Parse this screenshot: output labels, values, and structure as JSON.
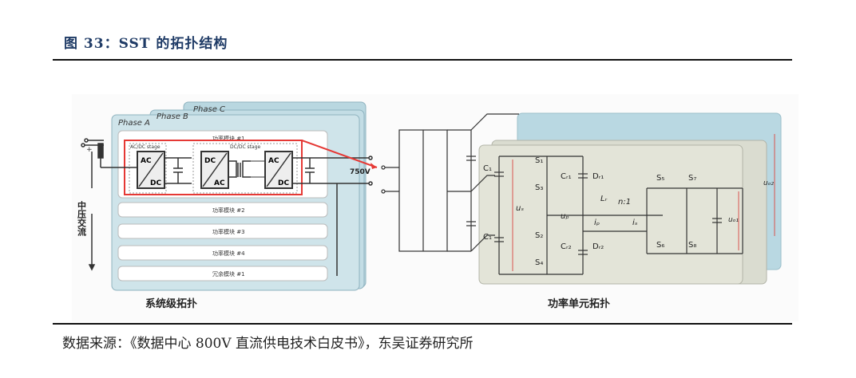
{
  "figure": {
    "title": "图 33：SST 的拓扑结构",
    "source": "数据来源：《数据中心 800V 直流供电技术白皮书》，东吴证券研究所"
  },
  "left_diagram": {
    "caption": "系统级拓扑",
    "phases": [
      "Phase A",
      "Phase B",
      "Phase C"
    ],
    "input_label": "中压交流",
    "output_voltage": "750V",
    "module_1": {
      "label": "功率模块 #1",
      "stages": [
        "AC/DC stage",
        "DC/DC stage"
      ],
      "blocks": [
        {
          "top": "AC",
          "bottom": "DC"
        },
        {
          "top": "DC",
          "bottom": "AC"
        },
        {
          "top": "AC",
          "bottom": "DC"
        }
      ]
    },
    "other_modules": [
      "功率模块 #2",
      "功率模块 #3",
      "功率模块 #4",
      "冗余模块 #1"
    ]
  },
  "right_diagram": {
    "caption": "功率单元拓扑",
    "labels": {
      "c1": "C₁",
      "c1b": "C₁",
      "cr1": "Cᵣ₁",
      "cr2": "Cᵣ₂",
      "dr1": "Dᵣ₁",
      "dr2": "Dᵣ₂",
      "s1": "S₁",
      "s2": "S₂",
      "s3": "S₃",
      "s4": "S₄",
      "s5": "S₅",
      "s6": "S₆",
      "s7": "S₇",
      "s8": "S₈",
      "lr": "Lᵣ",
      "ratio": "n:1",
      "ip": "iₚ",
      "is": "iₛ",
      "us": "uₛ",
      "up": "uₚ",
      "uo1": "uₒ₁",
      "uo2": "uₒ₂",
      "plus": "+",
      "minus": "−"
    }
  }
}
